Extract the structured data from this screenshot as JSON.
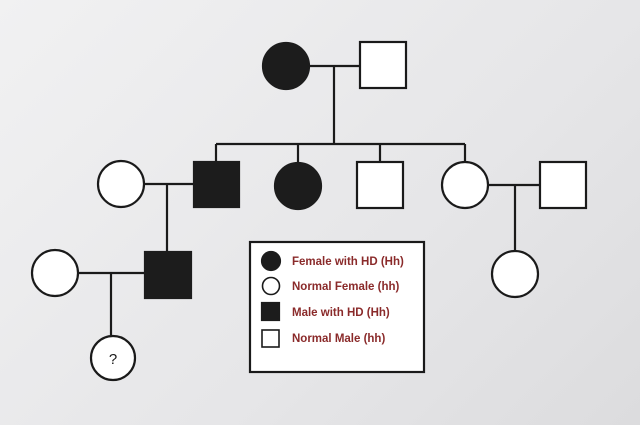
{
  "pedigree": {
    "unknown_child_label": "?"
  },
  "legend": {
    "items": [
      {
        "symbol": "filled-circle",
        "label": "Female with HD (Hh)"
      },
      {
        "symbol": "open-circle",
        "label": "Normal Female (hh)"
      },
      {
        "symbol": "filled-square",
        "label": "Male with HD (Hh)"
      },
      {
        "symbol": "open-square",
        "label": "Normal Male (hh)"
      }
    ]
  },
  "colors": {
    "affected": "#1c1c1c",
    "unaffected": "#ffffff",
    "legend_text": "#8a2a2a"
  }
}
